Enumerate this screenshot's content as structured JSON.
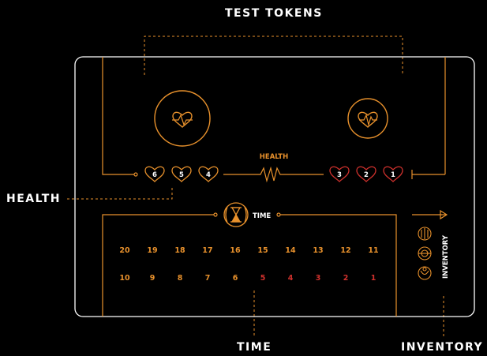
{
  "labels": {
    "test_tokens": "TEST TOKENS",
    "health_side": "HEALTH",
    "time_bottom": "TIME",
    "inventory_bottom": "INVENTORY"
  },
  "board": {
    "health_center": "HEALTH",
    "time_title": "TIME",
    "inventory_title": "INVENTORY"
  },
  "health_tokens_left": [
    "6",
    "5",
    "4"
  ],
  "health_tokens_right": [
    "3",
    "2",
    "1"
  ],
  "time_row_1": [
    "20",
    "19",
    "18",
    "17",
    "16",
    "15",
    "14",
    "13",
    "12",
    "11"
  ],
  "time_row_2": [
    "10",
    "9",
    "8",
    "7",
    "6",
    "5",
    "4",
    "3",
    "2",
    "1"
  ],
  "colors": {
    "background": "#000000",
    "board_outline": "#ffffff",
    "accent": "#e8912c",
    "danger": "#d0312d",
    "text": "#ffffff"
  }
}
